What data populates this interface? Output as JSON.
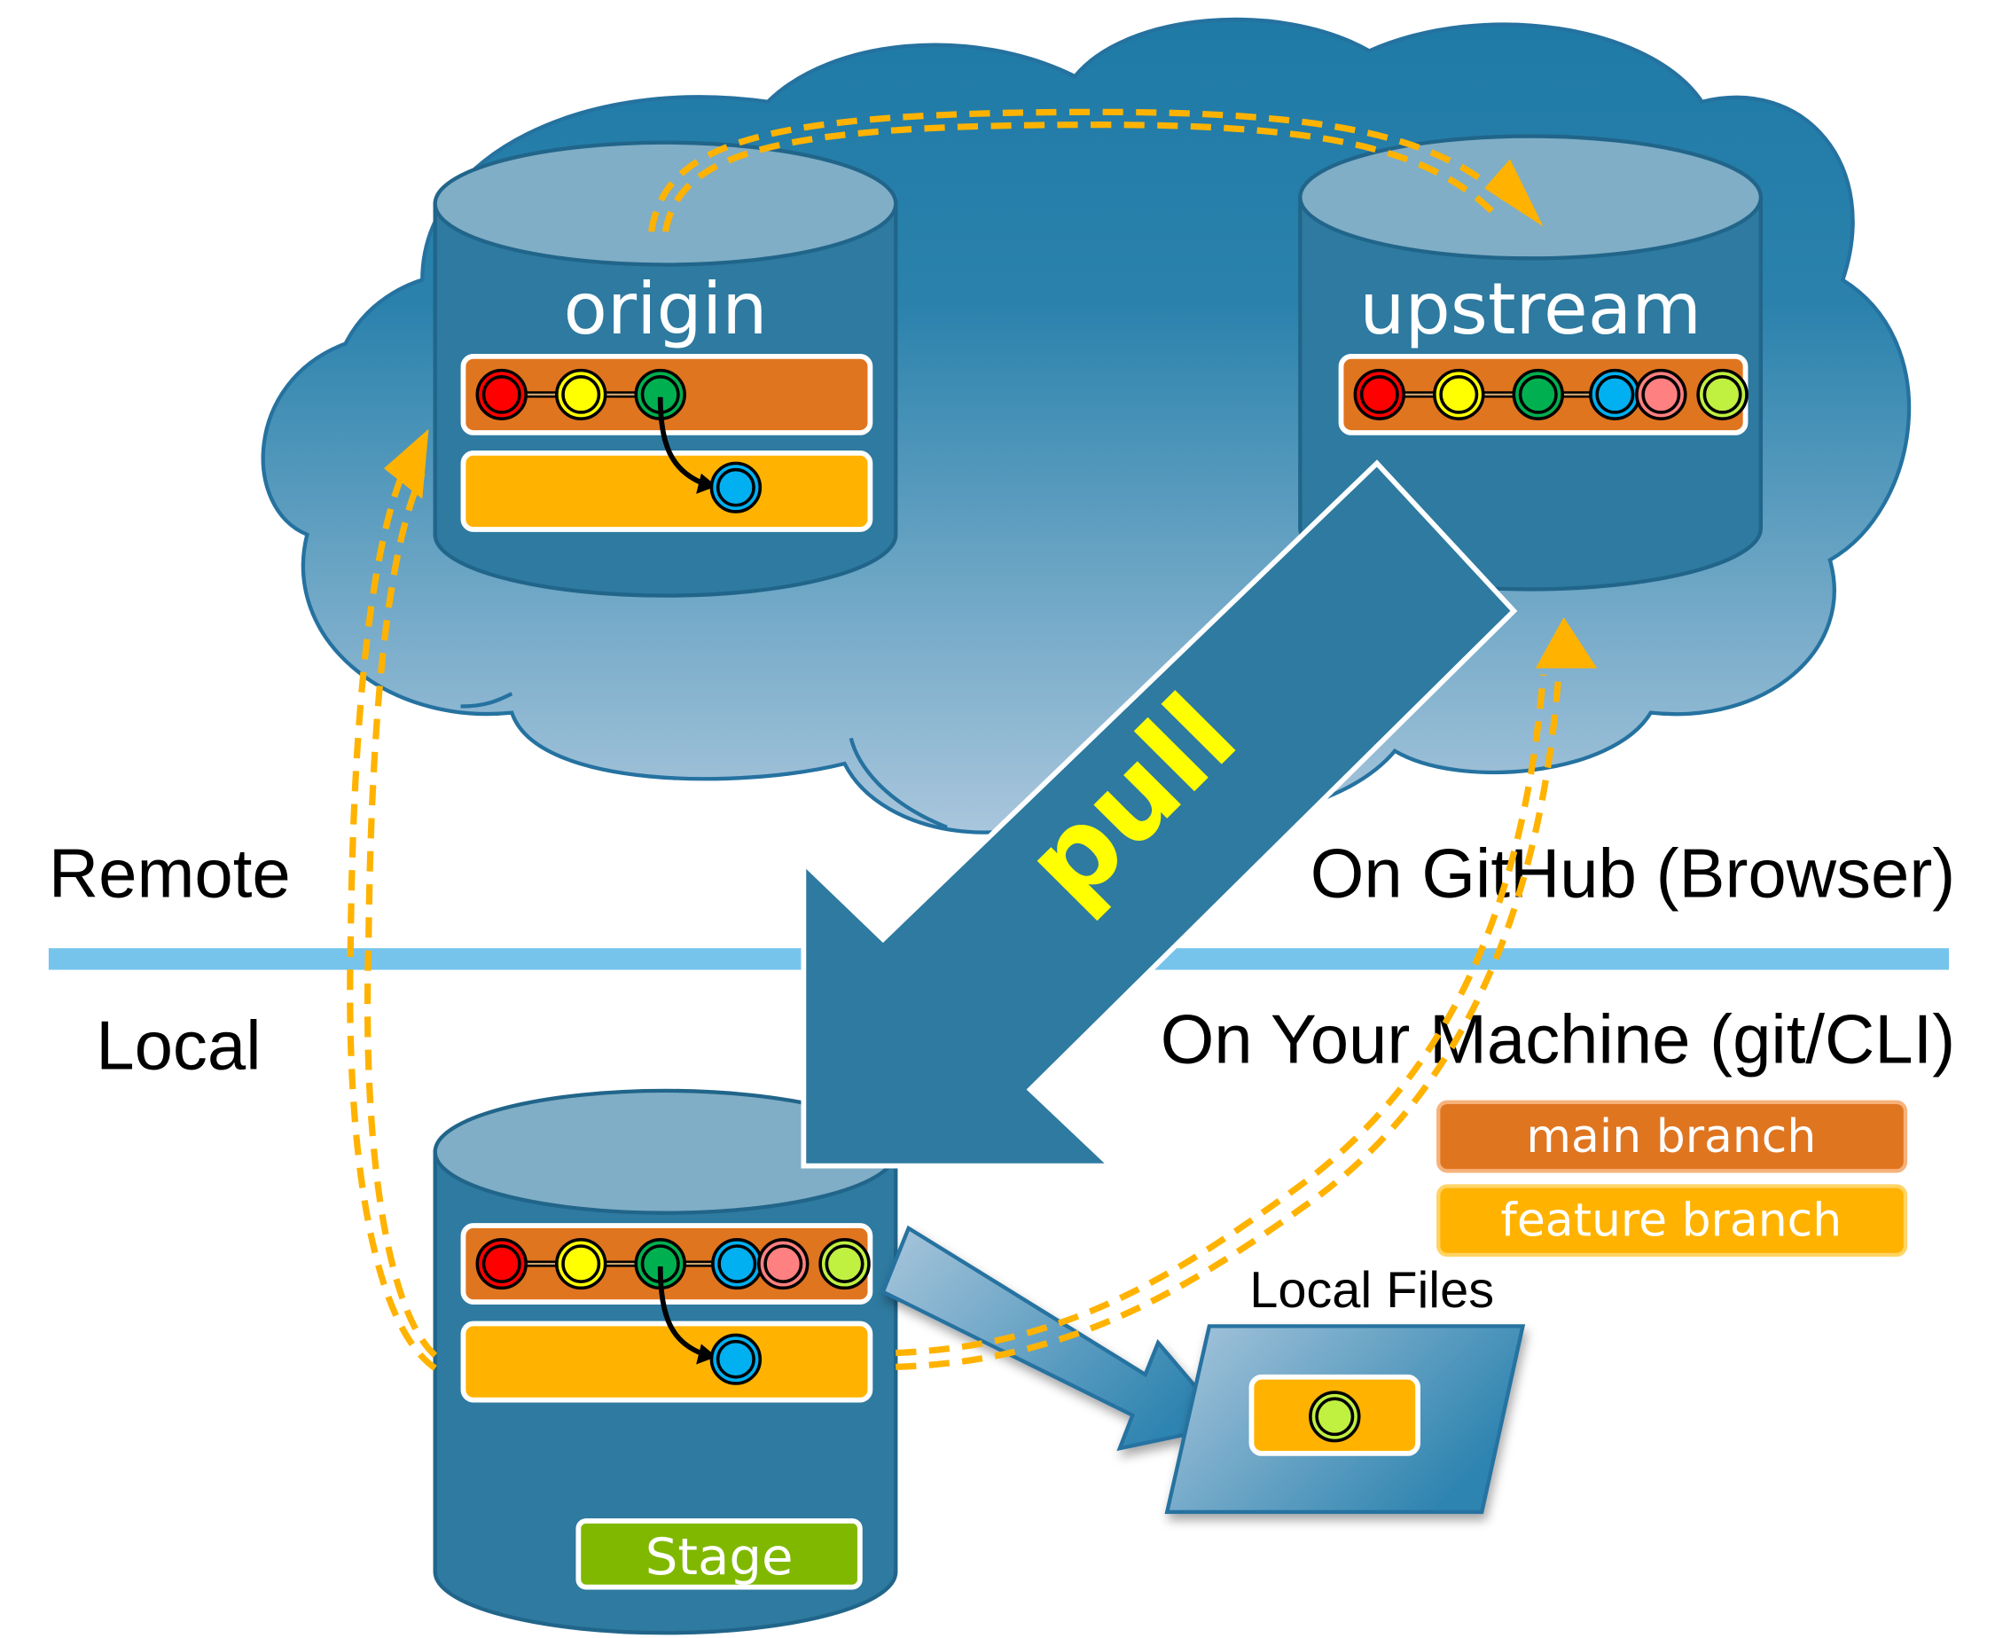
{
  "title": "git pull from upstream",
  "zones": {
    "remote_label": "Remote",
    "remote_where": "On GitHub (Browser)",
    "local_label": "Local",
    "local_where": "On Your Machine (git/CLI)"
  },
  "repos": {
    "origin": {
      "name": "origin",
      "main_commits": [
        "#ff0000",
        "#ffff00",
        "#00b050"
      ],
      "feature_commits": [
        "#00b0f0"
      ]
    },
    "upstream": {
      "name": "upstream",
      "main_commits": [
        "#ff0000",
        "#ffff00",
        "#00b050",
        "#00b0f0",
        "#ff8080",
        "#c0f040"
      ]
    },
    "local": {
      "main_commits": [
        "#ff0000",
        "#ffff00",
        "#00b050",
        "#00b0f0",
        "#ff8080",
        "#c0f040"
      ],
      "feature_commits": [
        "#00b0f0"
      ],
      "stage_label": "Stage"
    }
  },
  "action": {
    "label": "pull"
  },
  "local_files": {
    "label": "Local Files",
    "commit": "#c0f040"
  },
  "legend": {
    "main_label": "main branch",
    "feature_label": "feature branch"
  },
  "colors": {
    "cloud_top": "#1f7aa6",
    "cloud_bottom": "#a9c6dc",
    "cylinder_body": "#2e7aa0",
    "cylinder_top": "#80aec6",
    "main_branch": "#e07520",
    "feature_branch": "#ffb300",
    "stage": "#80b800",
    "separator": "#76c4ec",
    "dashed_path": "#ffb300",
    "pull_text": "#ffff00"
  }
}
